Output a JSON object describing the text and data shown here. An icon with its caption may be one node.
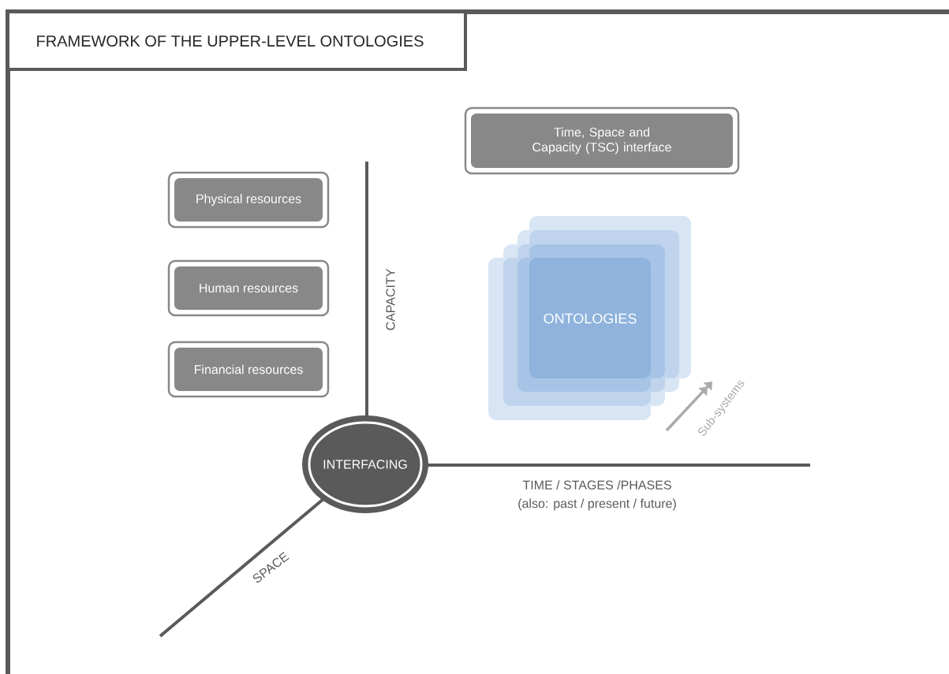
{
  "diagram": {
    "title": "FRAMEWORK OF THE UPPER-LEVEL ONTOLOGIES",
    "nodes": [
      {
        "text": [
          "Physical resources"
        ]
      },
      {
        "text": [
          "Human resources"
        ]
      },
      {
        "text": [
          "Financial resources"
        ]
      },
      {
        "text": [
          "Time, Space and Capacity (TSC) interface"
        ]
      },
      {
        "text": [
          "ONTOLOGIES"
        ]
      },
      {
        "text": [
          "INTERFACING"
        ]
      }
    ],
    "labels": [
      "CAPACITY",
      "Sub-systems",
      "TIME / STAGES /PHASES",
      "(also: past / present / future)",
      "SPACE"
    ]
  }
}
